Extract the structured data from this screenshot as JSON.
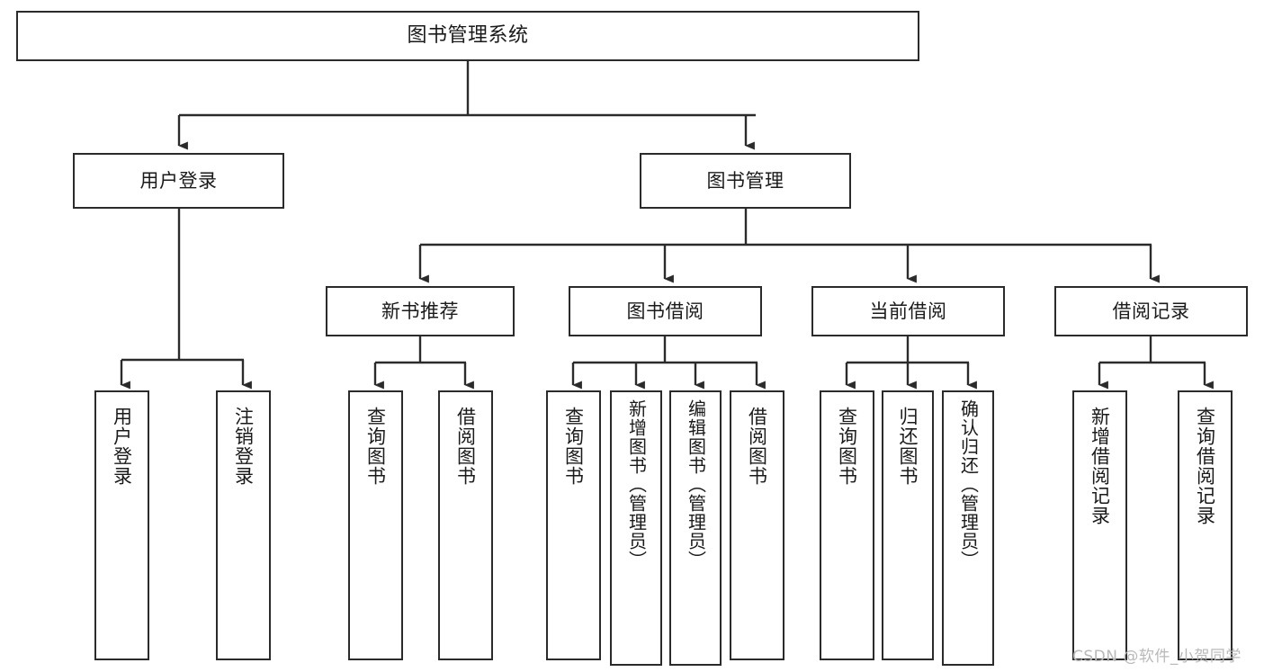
{
  "diagram": {
    "type": "tree",
    "title": "图书管理系统",
    "orientation": "top-down",
    "colors": {
      "box_border": "#2b2b2b",
      "box_fill": "#ffffff",
      "edge": "#2b2b2b",
      "text": "#1a1a1a",
      "watermark": "#b9b9b9",
      "background": "#ffffff"
    },
    "nodes": {
      "root": {
        "label": "图书管理系统"
      },
      "level2": [
        {
          "id": "user-login",
          "label": "用户登录"
        },
        {
          "id": "book-manage",
          "label": "图书管理"
        }
      ],
      "level3": [
        {
          "id": "new-book-recommend",
          "label": "新书推荐"
        },
        {
          "id": "book-borrow",
          "label": "图书借阅"
        },
        {
          "id": "current-borrow",
          "label": "当前借阅"
        },
        {
          "id": "borrow-record",
          "label": "借阅记录"
        }
      ],
      "leaves": {
        "user-login": [
          {
            "id": "leaf-user-login",
            "label": "用户登录"
          },
          {
            "id": "leaf-user-logout",
            "label": "注销登录"
          }
        ],
        "new-book-recommend": [
          {
            "id": "leaf-query-book-1",
            "label": "查询图书"
          },
          {
            "id": "leaf-borrow-book-1",
            "label": "借阅图书"
          }
        ],
        "book-borrow": [
          {
            "id": "leaf-query-book-2",
            "label": "查询图书"
          },
          {
            "id": "leaf-add-book",
            "label": "新增图书（管理员）"
          },
          {
            "id": "leaf-edit-book",
            "label": "编辑图书（管理员）"
          },
          {
            "id": "leaf-borrow-book-2",
            "label": "借阅图书"
          }
        ],
        "current-borrow": [
          {
            "id": "leaf-query-book-3",
            "label": "查询图书"
          },
          {
            "id": "leaf-return-book",
            "label": "归还图书"
          },
          {
            "id": "leaf-confirm-return",
            "label": "确认归还（管理员）"
          }
        ],
        "borrow-record": [
          {
            "id": "leaf-add-record",
            "label": "新增借阅记录"
          },
          {
            "id": "leaf-query-record",
            "label": "查询借阅记录"
          }
        ]
      }
    }
  },
  "watermark": {
    "text": "CSDN @软件_小贺同学"
  }
}
